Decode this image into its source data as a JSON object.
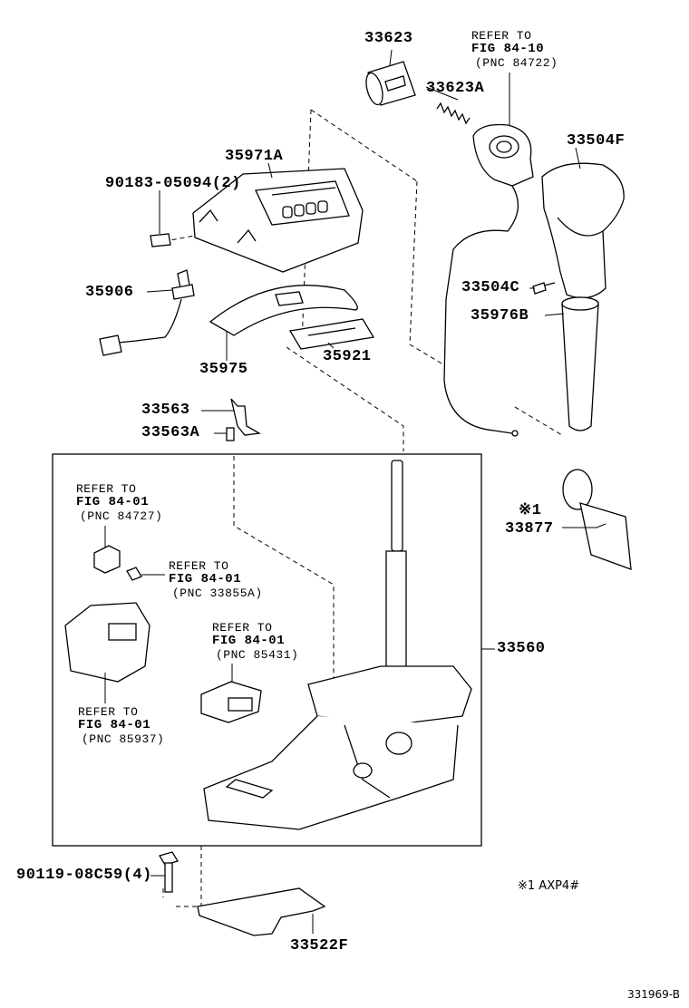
{
  "parts": {
    "p33623": "33623",
    "p33623A": "33623A",
    "p33504F": "33504F",
    "p35971A": "35971A",
    "p90183": "90183-05094(2)",
    "p35906": "35906",
    "p33504C": "33504C",
    "p35976B": "35976B",
    "p35975": "35975",
    "p35921": "35921",
    "p33563": "33563",
    "p33563A": "33563A",
    "p33877": "33877",
    "p33877_mark": "※1",
    "p33560": "33560",
    "p90119": "90119-08C59(4)",
    "p33522F": "33522F"
  },
  "refs": {
    "r8410": {
      "l1": "REFER TO",
      "l2": "FIG 84-10",
      "l3": "(PNC 84722)"
    },
    "r84727": {
      "l1": "REFER TO",
      "l2": "FIG 84-01",
      "l3": "(PNC 84727)"
    },
    "r33855A": {
      "l1": "REFER TO",
      "l2": "FIG 84-01",
      "l3": "(PNC 33855A)"
    },
    "r85431": {
      "l1": "REFER TO",
      "l2": "FIG 84-01",
      "l3": "(PNC 85431)"
    },
    "r85937": {
      "l1": "REFER TO",
      "l2": "FIG 84-01",
      "l3": "(PNC 85937)"
    }
  },
  "footnote": "※1 AXP4#",
  "drawing_code": "331969-B"
}
